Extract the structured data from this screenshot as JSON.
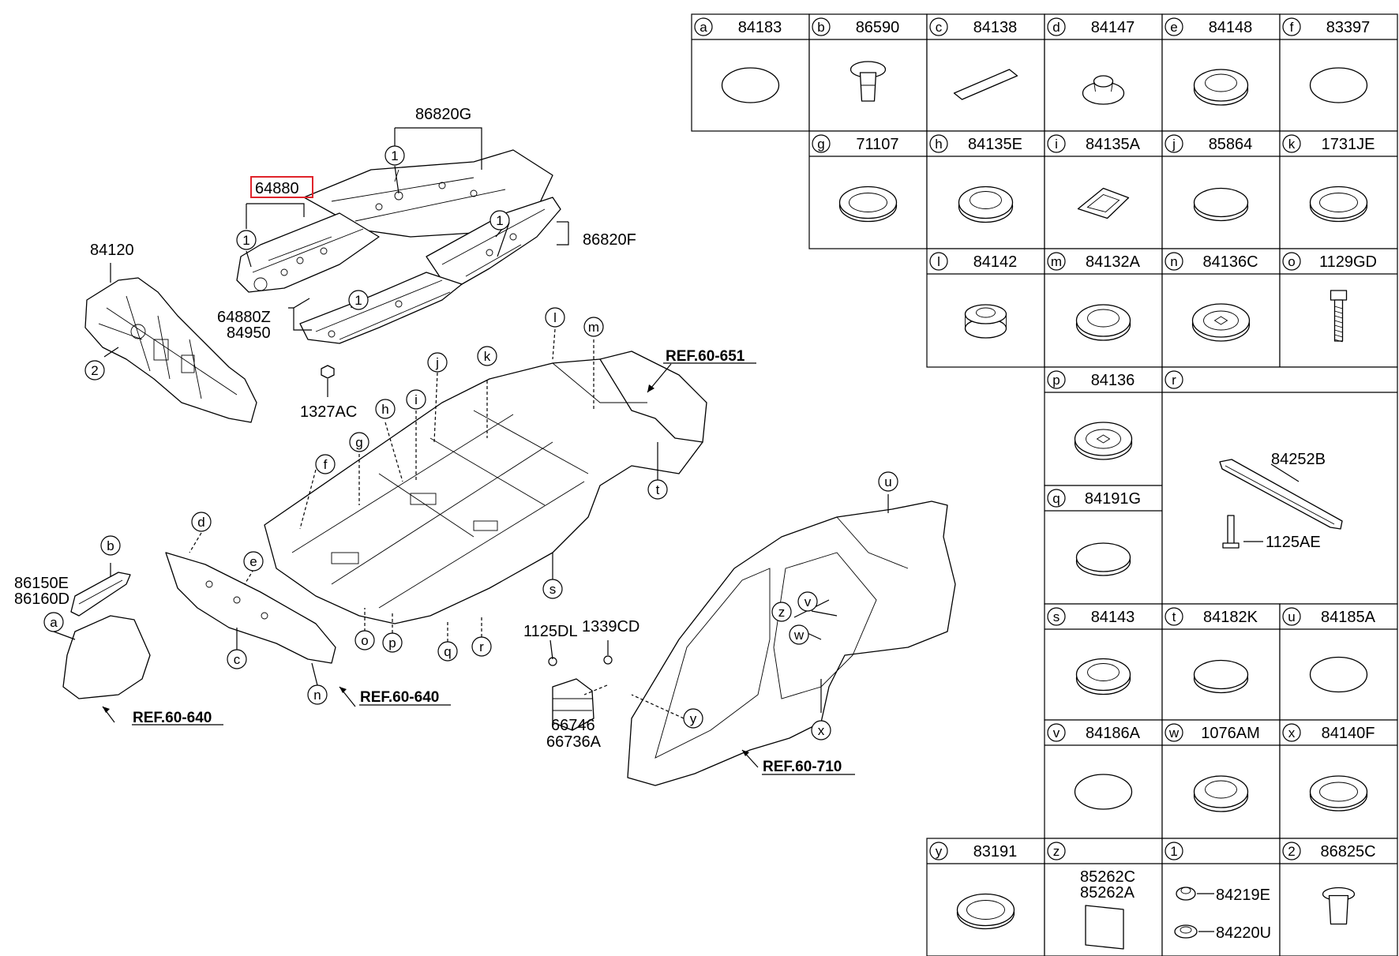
{
  "highlight_color": "#e0242b",
  "diagram": {
    "part_labels": {
      "p86820G": "86820G",
      "p64880": "64880",
      "p86820F": "86820F",
      "p84120": "84120",
      "p64880Z": "64880Z",
      "p84950": "84950",
      "p1327AC": "1327AC",
      "p86150E": "86150E",
      "p86160D": "86160D",
      "p1125DL": "1125DL",
      "p1339CD": "1339CD",
      "p66746": "66746",
      "p66736A": "66736A"
    },
    "callouts": {
      "one": "1",
      "two": "2",
      "a": "a",
      "b": "b",
      "c": "c",
      "d": "d",
      "e": "e",
      "f": "f",
      "g": "g",
      "h": "h",
      "i": "i",
      "j": "j",
      "k": "k",
      "l": "l",
      "m": "m",
      "n": "n",
      "o": "o",
      "p": "p",
      "q": "q",
      "r": "r",
      "s": "s",
      "t": "t",
      "u": "u",
      "v": "v",
      "w": "w",
      "x": "x",
      "y": "y",
      "z": "z"
    },
    "refs": {
      "r651": "REF.60-651",
      "r640a": "REF.60-640",
      "r640b": "REF.60-640",
      "r710": "REF.60-710"
    }
  },
  "table": {
    "cells": [
      {
        "key": "a",
        "part": "84183",
        "icon": "oval-plug-icon"
      },
      {
        "key": "b",
        "part": "86590",
        "icon": "clip-fastener-icon"
      },
      {
        "key": "c",
        "part": "84138",
        "icon": "tape-strip-icon"
      },
      {
        "key": "d",
        "part": "84147",
        "icon": "cone-plug-icon"
      },
      {
        "key": "e",
        "part": "84148",
        "icon": "ring-plug-icon"
      },
      {
        "key": "f",
        "part": "83397",
        "icon": "oval-plug-icon"
      },
      {
        "key": "g",
        "part": "71107",
        "icon": "flat-ring-icon"
      },
      {
        "key": "h",
        "part": "84135E",
        "icon": "ring-plug-icon"
      },
      {
        "key": "i",
        "part": "84135A",
        "icon": "square-plug-icon"
      },
      {
        "key": "j",
        "part": "85864",
        "icon": "flat-plug-icon"
      },
      {
        "key": "k",
        "part": "1731JE",
        "icon": "flat-ring-icon"
      },
      {
        "key": "l",
        "part": "84142",
        "icon": "grommet-icon"
      },
      {
        "key": "m",
        "part": "84132A",
        "icon": "ring-plug-icon"
      },
      {
        "key": "n",
        "part": "84136C",
        "icon": "cross-plug-icon"
      },
      {
        "key": "o",
        "part": "1129GD",
        "icon": "bolt-icon"
      },
      {
        "key": "p",
        "part": "84136",
        "icon": "cross-plug-icon"
      },
      {
        "key": "q",
        "part": "84191G",
        "icon": "flat-plug-icon"
      },
      {
        "key": "r",
        "part": "",
        "icon": "none"
      },
      {
        "key": "s",
        "part": "84143",
        "icon": "ring-plug-icon"
      },
      {
        "key": "t",
        "part": "84182K",
        "icon": "flat-plug-icon"
      },
      {
        "key": "u",
        "part": "84185A",
        "icon": "oval-plug-icon"
      },
      {
        "key": "v",
        "part": "84186A",
        "icon": "oval-plug-icon"
      },
      {
        "key": "w",
        "part": "1076AM",
        "icon": "ring-plug-icon"
      },
      {
        "key": "x",
        "part": "84140F",
        "icon": "flat-ring-icon"
      },
      {
        "key": "y",
        "part": "83191",
        "icon": "flat-ring-icon"
      },
      {
        "key": "z",
        "part": "",
        "icon": "pad-icon"
      },
      {
        "key": "1",
        "part": "",
        "icon": "nut-pair-icon"
      },
      {
        "key": "2",
        "part": "86825C",
        "icon": "fastener-icon"
      }
    ],
    "r_parts": {
      "bracket": "84252B",
      "bolt": "1125AE"
    },
    "z_parts": {
      "a": "85262C",
      "b": "85262A"
    },
    "one_parts": {
      "a": "84219E",
      "b": "84220U"
    }
  }
}
